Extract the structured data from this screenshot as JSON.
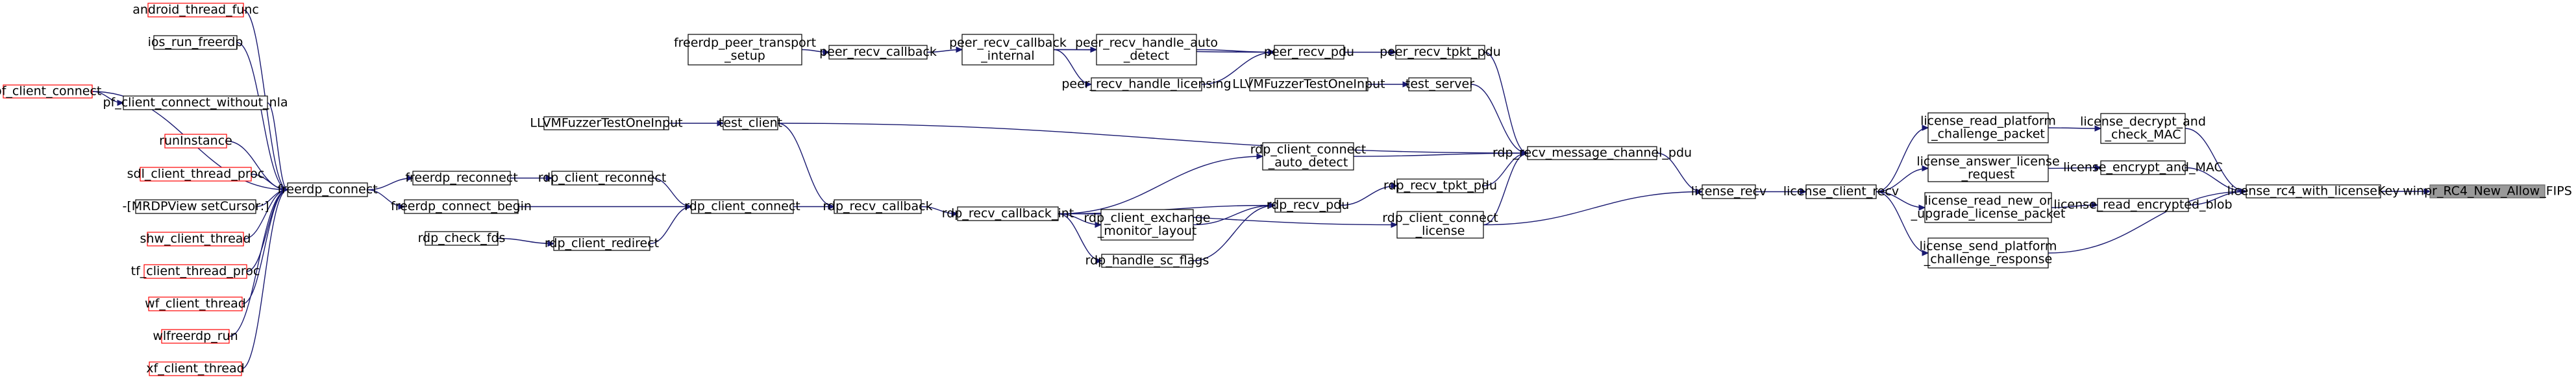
{
  "graph": {
    "title": "",
    "nodes": {
      "focus": [
        "winpr_RC4_New_Allow_FIPS"
      ],
      "license_rc4": [
        "license_rc4_with_licenseKey"
      ],
      "decrypt_mac": [
        "license_decrypt_and",
        "_check_MAC"
      ],
      "encrypt_mac": [
        "license_encrypt_and_MAC"
      ],
      "read_blob": [
        "license_read_encrypted_blob"
      ],
      "read_platform": [
        "license_read_platform",
        "_challenge_packet"
      ],
      "answer": [
        "license_answer_license",
        "_request"
      ],
      "read_new": [
        "license_read_new_or",
        "_upgrade_license_packet"
      ],
      "send_platform": [
        "license_send_platform",
        "_challenge_response"
      ],
      "client_recv": [
        "license_client_recv"
      ],
      "license_recv": [
        "license_recv"
      ],
      "recv_message": [
        "rdp_recv_message_channel_pdu"
      ],
      "peer_tpkt": [
        "peer_recv_tpkt_pdu"
      ],
      "test_server": [
        "test_server"
      ],
      "rdp_tpkt": [
        "rdp_recv_tpkt_pdu"
      ],
      "connect_license": [
        "rdp_client_connect",
        "_license"
      ],
      "peer_pdu": [
        "peer_recv_pdu"
      ],
      "fuzz_server": [
        "LLVMFuzzerTestOneInput"
      ],
      "peer_callback_int": [
        "peer_recv_callback",
        "_internal"
      ],
      "peer_auto": [
        "peer_recv_handle_auto",
        "_detect"
      ],
      "peer_licensing": [
        "peer_recv_handle_licensing"
      ],
      "peer_callback": [
        "peer_recv_callback"
      ],
      "transport_setup": [
        "freerdp_peer_transport",
        "_setup"
      ],
      "test_client": [
        "test_client"
      ],
      "fuzz_client": [
        "LLVMFuzzerTestOneInput"
      ],
      "connect_auto": [
        "rdp_client_connect",
        "_auto_detect"
      ],
      "rdp_pdu": [
        "rdp_recv_pdu"
      ],
      "exchange": [
        "rdp_client_exchange",
        "_monitor_layout"
      ],
      "sc_flags": [
        "rdp_handle_sc_flags"
      ],
      "callback_int": [
        "rdp_recv_callback_int"
      ],
      "rdp_callback": [
        "rdp_recv_callback"
      ],
      "client_connect": [
        "rdp_client_connect"
      ],
      "reconnect": [
        "rdp_client_reconnect"
      ],
      "redirect": [
        "rdp_client_redirect"
      ],
      "freerdp_reconnect": [
        "freerdp_reconnect"
      ],
      "connect_begin": [
        "freerdp_connect_begin"
      ],
      "check_fds": [
        "rdp_check_fds"
      ],
      "freerdp_connect": [
        "freerdp_connect"
      ],
      "android": [
        "android_thread_func"
      ],
      "ios": [
        "ios_run_freerdp"
      ],
      "pf_nla": [
        "pf_client_connect_without_nla"
      ],
      "pf_connect": [
        "pf_client_connect"
      ],
      "runinstance": [
        "runInstance"
      ],
      "sdl": [
        "sdl_client_thread_proc"
      ],
      "mrdpview": [
        "-[MRDPView setCursor:]"
      ],
      "shw": [
        "shw_client_thread"
      ],
      "tf": [
        "tf_client_thread_proc"
      ],
      "wf": [
        "wf_client_thread"
      ],
      "wlfreerdp": [
        "wlfreerdp_run"
      ],
      "xf": [
        "xf_client_thread"
      ]
    }
  }
}
